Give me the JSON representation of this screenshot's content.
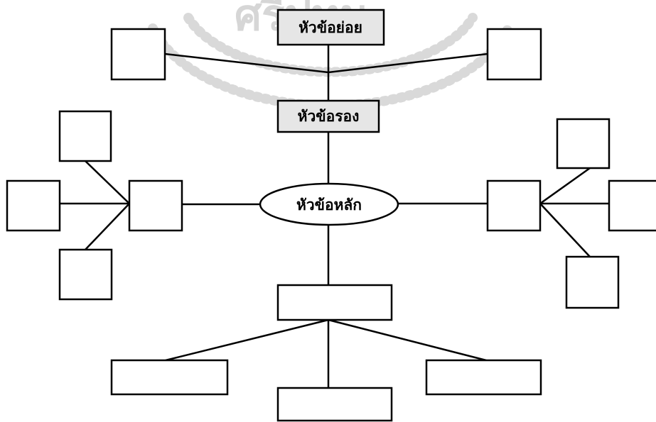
{
  "labels": {
    "main_topic": "หัวข้อหลัก",
    "secondary_topic": "หัวข้อรอง",
    "sub_topic": "หัวข้อย่อย"
  },
  "watermark": {
    "text": "ศรีปทุม"
  },
  "colors": {
    "stroke": "#000000",
    "box_fill": "#ffffff",
    "shaded_box_fill": "#e6e6e6",
    "watermark": "#d6d6d6"
  }
}
